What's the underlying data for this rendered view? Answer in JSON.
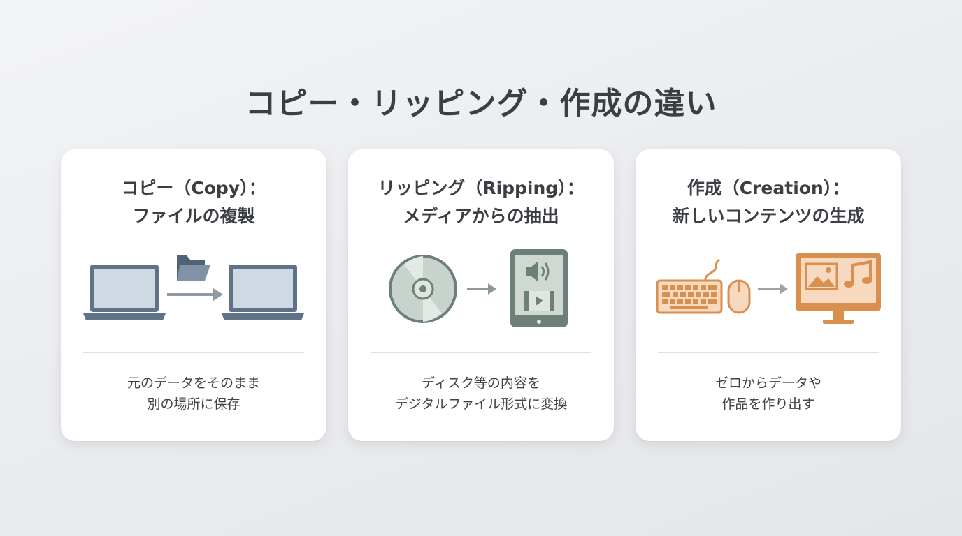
{
  "title": "コピー・リッピング・作成の違い",
  "colors": {
    "copy_accent": "#5f7288",
    "ripping_accent": "#6d7f76",
    "creation_accent": "#d98f4e"
  },
  "cards": [
    {
      "heading_line1": "コピー（Copy）：",
      "heading_line2": "ファイルの複製",
      "desc_line1": "元のデータをそのまま",
      "desc_line2": "別の場所に保存",
      "icons": [
        "laptop-icon",
        "folder-icon",
        "arrow-right-icon",
        "laptop-icon"
      ]
    },
    {
      "heading_line1": "リッピング（Ripping）：",
      "heading_line2": "メディアからの抽出",
      "desc_line1": "ディスク等の内容を",
      "desc_line2": "デジタルファイル形式に変換",
      "icons": [
        "disc-icon",
        "arrow-right-icon",
        "tablet-icon",
        "speaker-icon",
        "video-icon"
      ]
    },
    {
      "heading_line1": "作成（Creation）：",
      "heading_line2": "新しいコンテンツの生成",
      "desc_line1": "ゼロからデータや",
      "desc_line2": "作品を作り出す",
      "icons": [
        "keyboard-icon",
        "mouse-icon",
        "arrow-right-icon",
        "monitor-icon",
        "image-icon",
        "music-note-icon"
      ]
    }
  ]
}
